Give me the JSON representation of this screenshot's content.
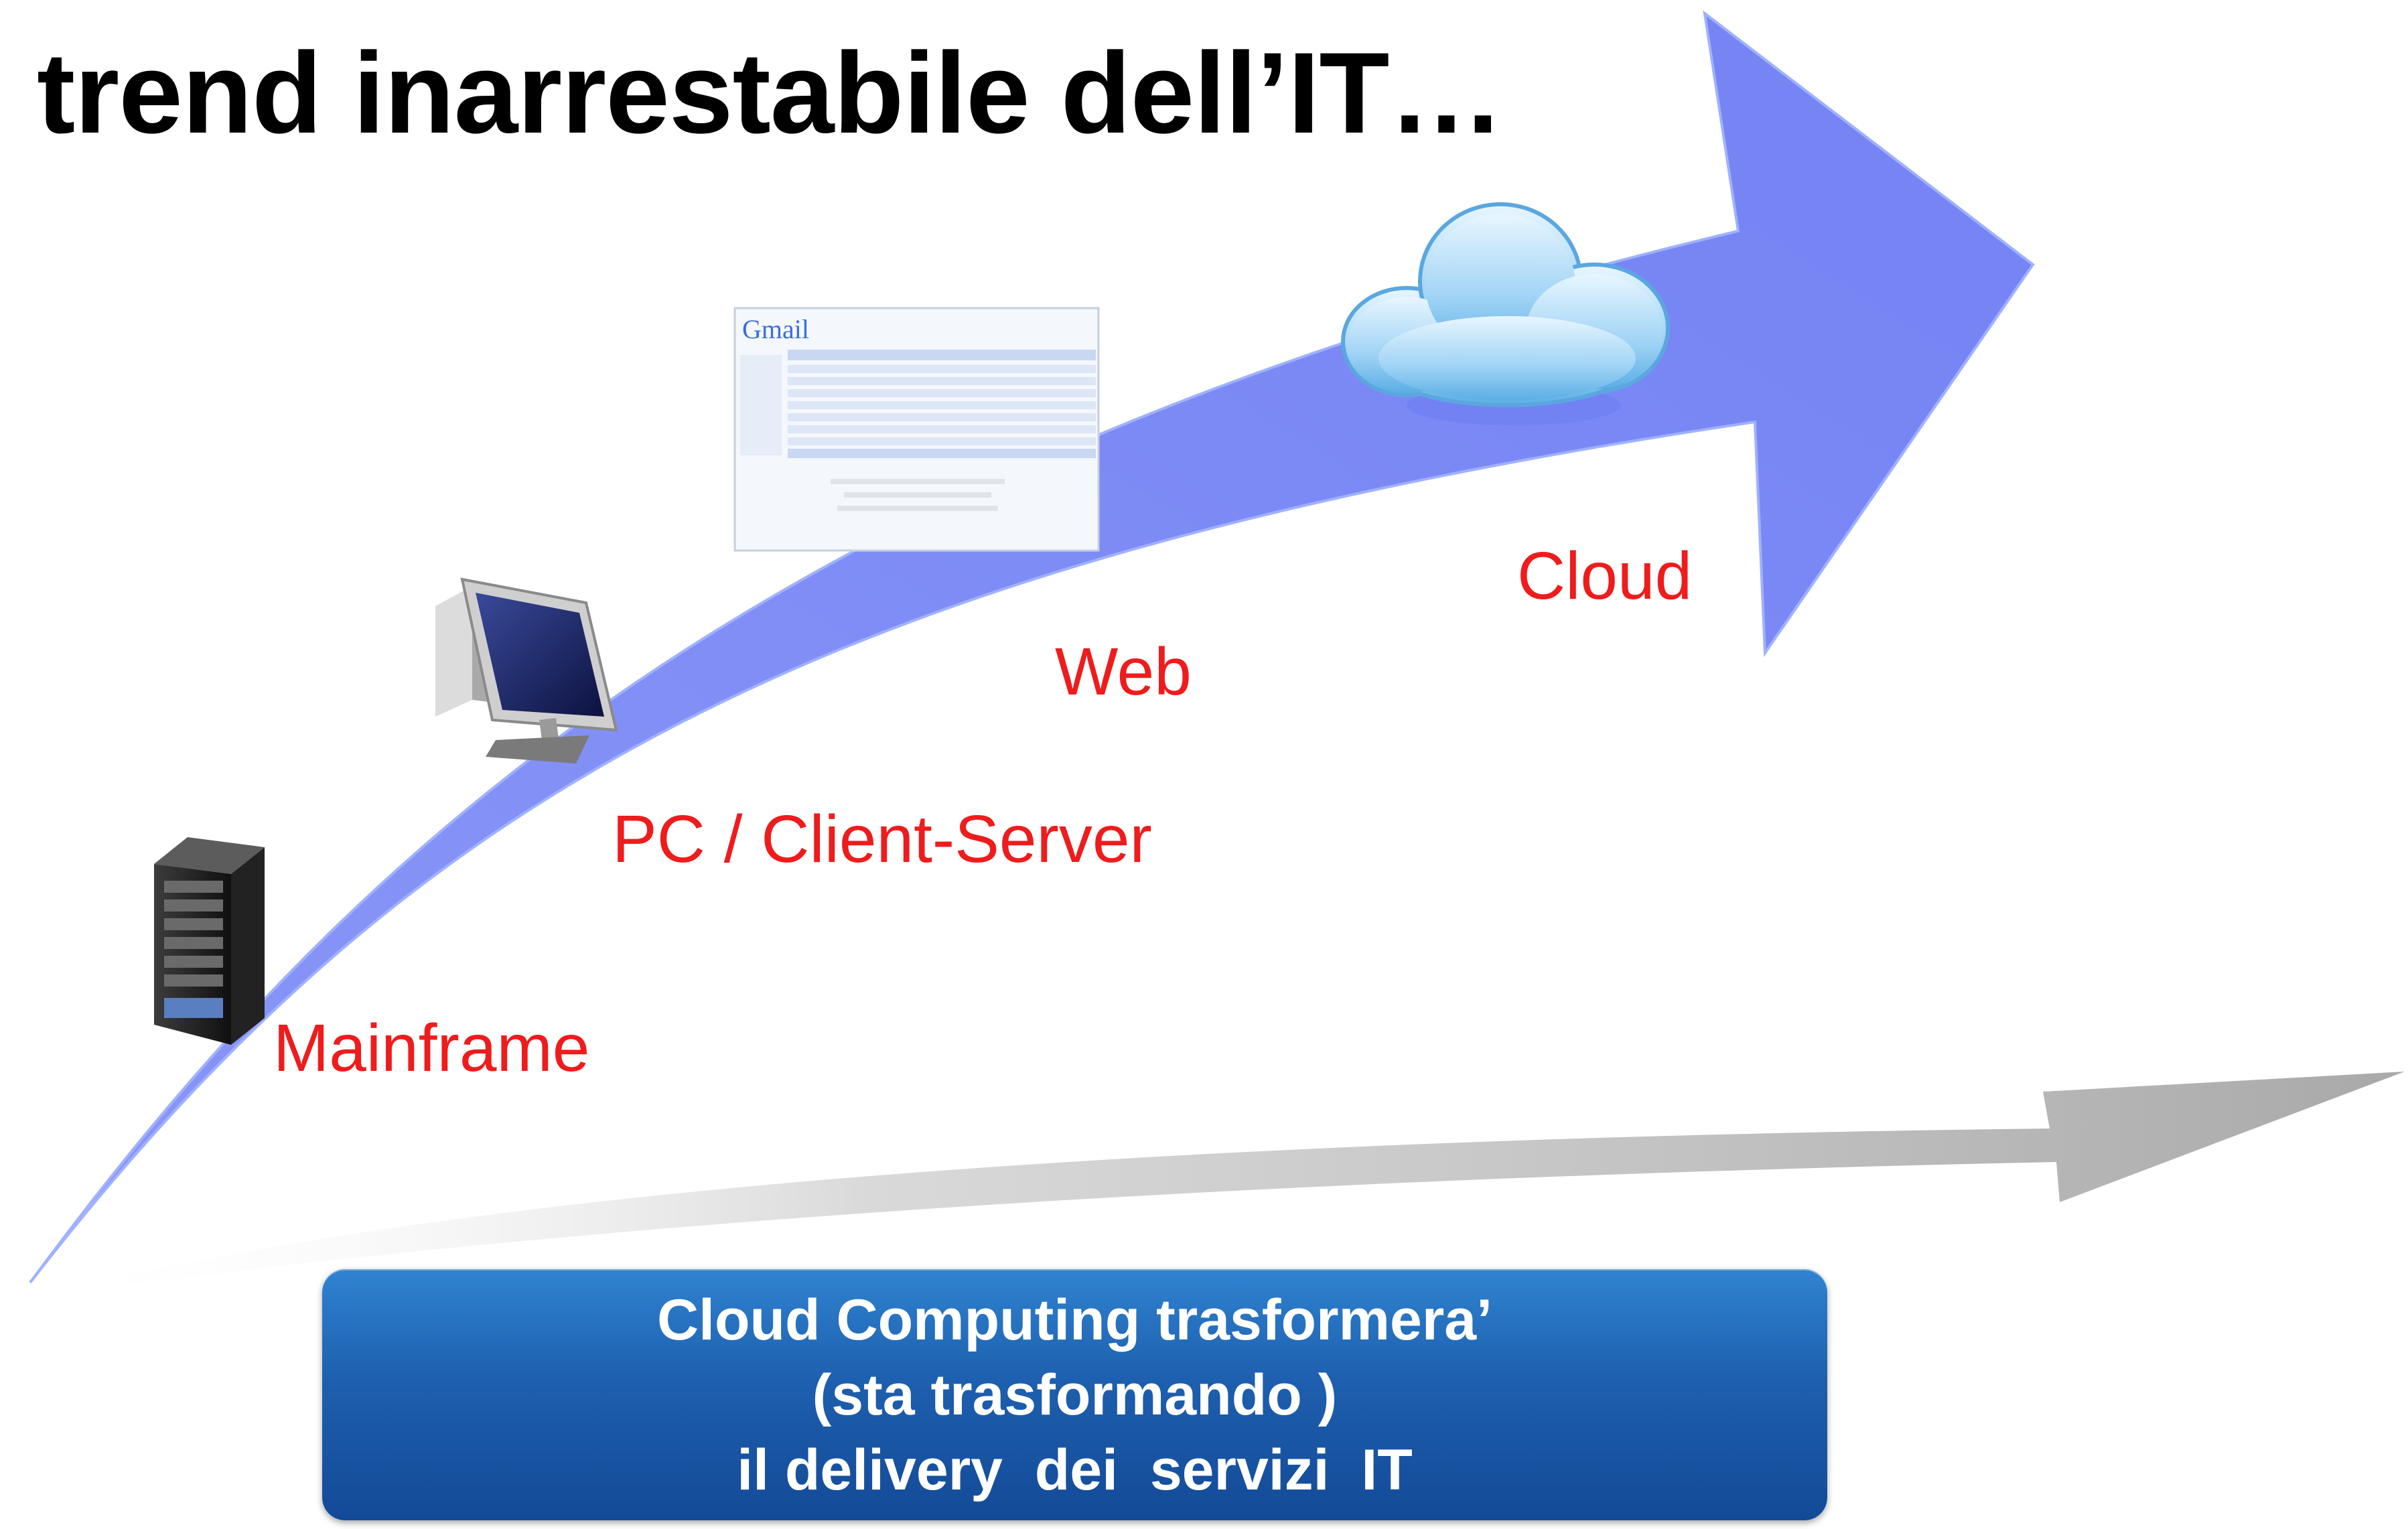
{
  "title": "trend inarrestabile dell’IT…",
  "stages": [
    {
      "label": "Mainframe",
      "icon": "server-rack-icon"
    },
    {
      "label": "PC / Client-Server",
      "icon": "desktop-pc-icon"
    },
    {
      "label": "Web",
      "icon": "webmail-screenshot-icon"
    },
    {
      "label": "Cloud",
      "icon": "cloud-icon"
    }
  ],
  "banner": {
    "line1": "Cloud Computing trasformera’",
    "line2": "(sta trasformando )",
    "line3": "il delivery  dei  servizi  IT"
  },
  "webmail_logo": "Gmail",
  "colors": {
    "arrow": "#7d8cf6",
    "arrow_shadow": "#b8b8b8",
    "stage_label": "#ee1c1c",
    "banner": "#1d5fae",
    "title": "#000000"
  }
}
